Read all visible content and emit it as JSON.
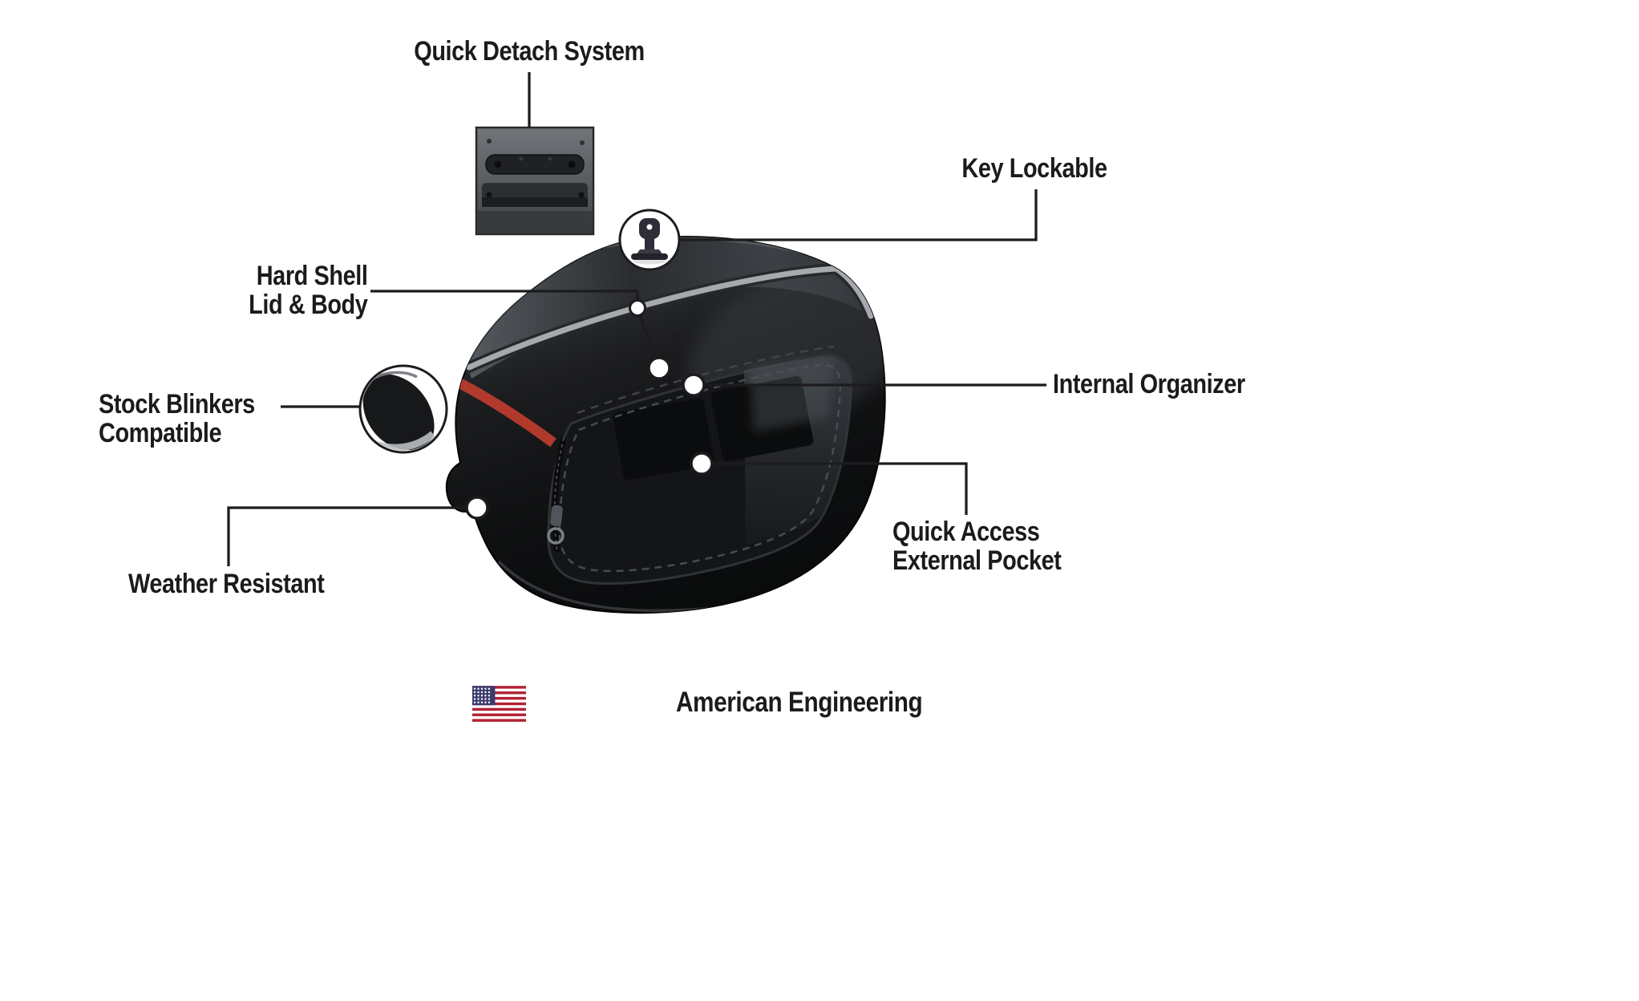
{
  "page": {
    "background": "#ffffff"
  },
  "callouts": {
    "quick_detach": "Quick Detach System",
    "key_lockable": "Key Lockable",
    "hard_shell": "Hard Shell\nLid & Body",
    "stock_blinkers": "Stock Blinkers\nCompatible",
    "internal_organizer": "Internal Organizer",
    "weather_resistant": "Weather Resistant",
    "quick_access": "Quick Access\nExternal Pocket"
  },
  "footer": {
    "american_engineering": "American Engineering"
  },
  "icons": {
    "key": "key-icon",
    "flag": "us-flag-icon"
  },
  "colors": {
    "text": "#1b1b1d",
    "leader_line": "#1c1c1e",
    "bag_black": "#0e0f10",
    "trim_gray": "#a6aaaf",
    "accent_red": "#b23a2c",
    "flag_red": "#B22234",
    "flag_blue": "#3C3B6E"
  }
}
